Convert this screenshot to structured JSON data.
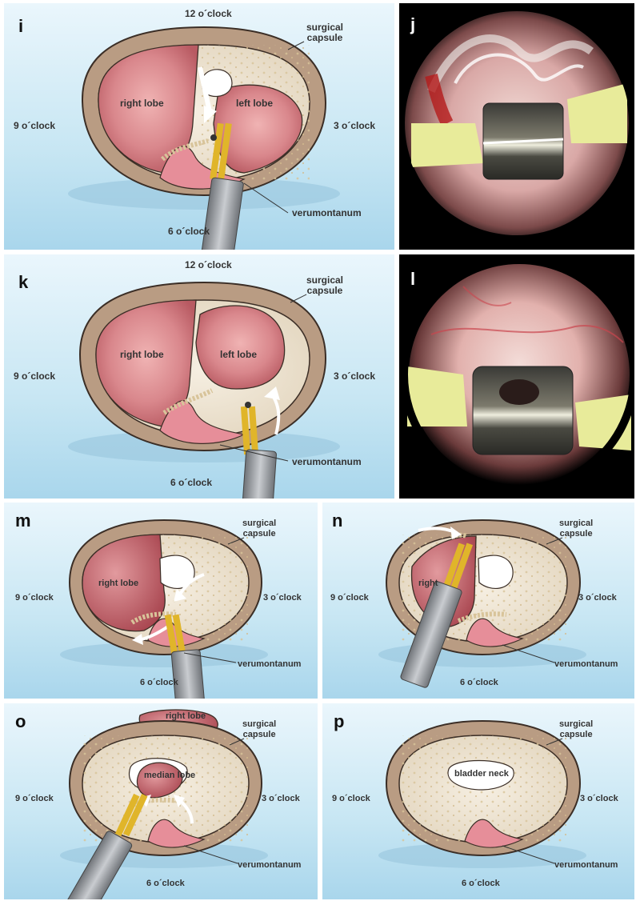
{
  "panels": {
    "i": {
      "label": "i",
      "top": "12 o´clock",
      "bottom": "6 o´clock",
      "left": "9 o´clock",
      "right": "3 o´clock",
      "capsule": "surgical\ncapsule",
      "right_lobe": "right lobe",
      "left_lobe": "left lobe",
      "verumontanum": "verumontanum"
    },
    "j": {
      "label": "j"
    },
    "k": {
      "label": "k",
      "top": "12 o´clock",
      "bottom": "6 o´clock",
      "left": "9 o´clock",
      "right": "3 o´clock",
      "capsule": "surgical\ncapsule",
      "right_lobe": "right lobe",
      "left_lobe": "left lobe",
      "verumontanum": "verumontanum"
    },
    "l": {
      "label": "l"
    },
    "m": {
      "label": "m",
      "bottom": "6 o´clock",
      "left": "9 o´clock",
      "right": "3 o´clock",
      "capsule": "surgical\ncapsule",
      "right_lobe": "right lobe",
      "verumontanum": "verumontanum"
    },
    "n": {
      "label": "n",
      "bottom": "6 o´clock",
      "left": "9 o´clock",
      "right": "3 o´clock",
      "capsule": "surgical\ncapsule",
      "right_lobe": "right",
      "verumontanum": "verumontanum"
    },
    "o": {
      "label": "o",
      "bottom": "6 o´clock",
      "left": "9 o´clock",
      "right": "3 o´clock",
      "capsule": "surgical\ncapsule",
      "right_lobe": "right lobe",
      "median_lobe": "median lobe",
      "verumontanum": "verumontanum"
    },
    "p": {
      "label": "p",
      "bottom": "6 o´clock",
      "left": "9 o´clock",
      "right": "3 o´clock",
      "capsule": "surgical\ncapsule",
      "bladder_neck": "bladder neck",
      "verumontanum": "verumontanum"
    }
  },
  "colors": {
    "capsule": "#b99c83",
    "capsule_stroke": "#3b2e26",
    "lobe": "#d77f86",
    "resected": "#efe6d6",
    "loop_gold": "#e0b52a",
    "scope_gray": "#9a9ea3",
    "arrow": "#ffffff"
  }
}
